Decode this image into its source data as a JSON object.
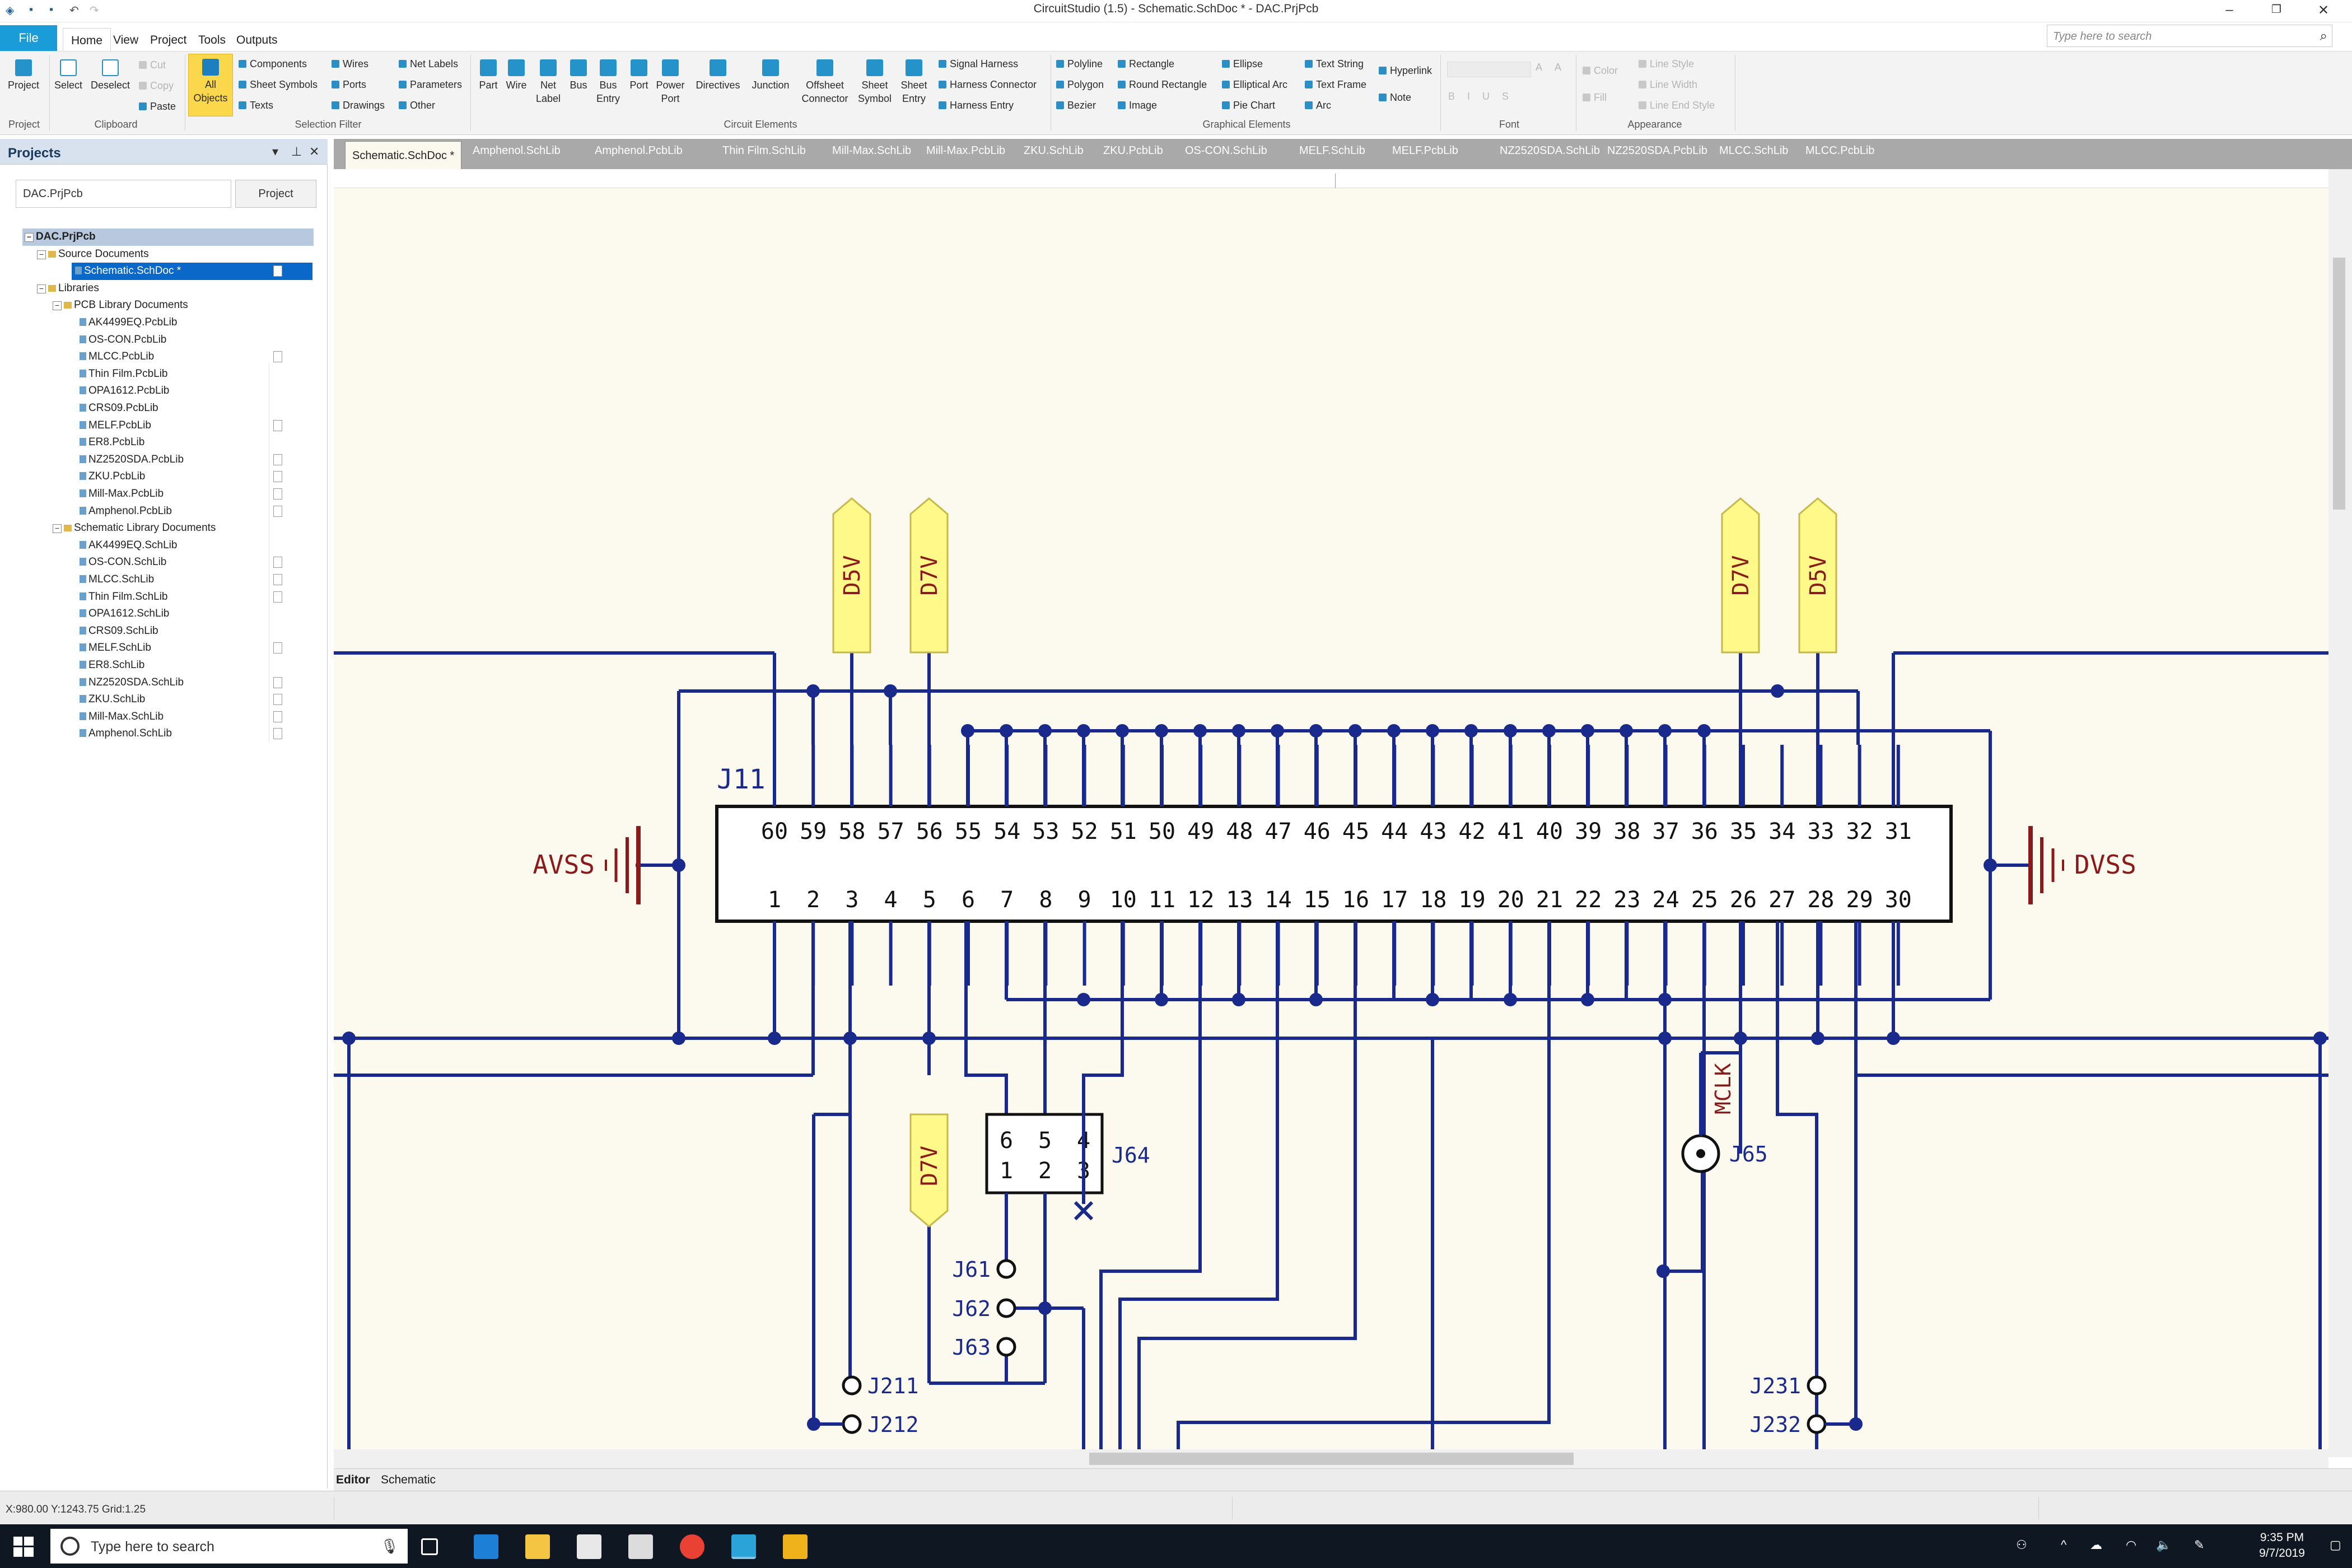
{
  "window": {
    "title": "CircuitStudio (1.5) - Schematic.SchDoc * - DAC.PrjPcb"
  },
  "menu": {
    "file": "File",
    "tabs": [
      "Home",
      "View",
      "Project",
      "Tools",
      "Outputs"
    ],
    "search_placeholder": "Type here to search"
  },
  "ribbon": {
    "project": {
      "label": "Project",
      "group": "Project"
    },
    "clipboard": {
      "select": "Select",
      "deselect": "Deselect",
      "cut": "Cut",
      "copy": "Copy",
      "paste": "Paste",
      "group": "Clipboard"
    },
    "selection_filter": {
      "all_objects": "All Objects",
      "items": [
        "Components",
        "Sheet Symbols",
        "Texts",
        "Wires",
        "Ports",
        "Drawings",
        "Net Labels",
        "Parameters",
        "Other"
      ],
      "group": "Selection Filter"
    },
    "circuit_elements": {
      "buttons": [
        "Part",
        "Wire",
        "Net Label",
        "Bus",
        "Bus Entry",
        "Port",
        "Power Port",
        "Directives",
        "Junction",
        "Offsheet Connector",
        "Sheet Symbol",
        "Sheet Entry"
      ],
      "small": [
        "Signal Harness",
        "Harness Connector",
        "Harness Entry"
      ],
      "group": "Circuit Elements"
    },
    "graphical_elements": {
      "items": [
        "Polyline",
        "Polygon",
        "Bezier",
        "Rectangle",
        "Round Rectangle",
        "Image",
        "Ellipse",
        "Elliptical Arc",
        "Pie Chart",
        "Text String",
        "Text Frame",
        "Arc",
        "Hyperlink",
        "Note"
      ],
      "group": "Graphical Elements"
    },
    "font": {
      "group": "Font"
    },
    "appearance": {
      "items": [
        "Color",
        "Fill",
        "Line Style",
        "Line Width",
        "Line End Style"
      ],
      "group": "Appearance"
    }
  },
  "projects": {
    "title": "Projects",
    "input_value": "DAC.PrjPcb",
    "button": "Project",
    "tree": {
      "project": "DAC.PrjPcb",
      "source_documents": "Source Documents",
      "schematic": "Schematic.SchDoc *",
      "libraries": "Libraries",
      "pcb_lib_folder": "PCB Library Documents",
      "pcb_libs": [
        "AK4499EQ.PcbLib",
        "OS-CON.PcbLib",
        "MLCC.PcbLib",
        "Thin Film.PcbLib",
        "OPA1612.PcbLib",
        "CRS09.PcbLib",
        "MELF.PcbLib",
        "ER8.PcbLib",
        "NZ2520SDA.PcbLib",
        "ZKU.PcbLib",
        "Mill-Max.PcbLib",
        "Amphenol.PcbLib"
      ],
      "sch_lib_folder": "Schematic Library Documents",
      "sch_libs": [
        "AK4499EQ.SchLib",
        "OS-CON.SchLib",
        "MLCC.SchLib",
        "Thin Film.SchLib",
        "OPA1612.SchLib",
        "CRS09.SchLib",
        "MELF.SchLib",
        "ER8.SchLib",
        "NZ2520SDA.SchLib",
        "ZKU.SchLib",
        "Mill-Max.SchLib",
        "Amphenol.SchLib"
      ]
    }
  },
  "doc_tabs": [
    "Schematic.SchDoc *",
    "Amphenol.SchLib",
    "Amphenol.PcbLib",
    "Thin Film.SchLib",
    "Mill-Max.SchLib",
    "Mill-Max.PcbLib",
    "ZKU.SchLib",
    "ZKU.PcbLib",
    "OS-CON.SchLib",
    "MELF.SchLib",
    "MELF.PcbLib",
    "NZ2520SDA.SchLib",
    "NZ2520SDA.PcbLib",
    "MLCC.SchLib",
    "MLCC.PcbLib"
  ],
  "schematic": {
    "designator": "J11",
    "top_pins": [
      "60",
      "59",
      "58",
      "57",
      "56",
      "55",
      "54",
      "53",
      "52",
      "51",
      "50",
      "49",
      "48",
      "47",
      "46",
      "45",
      "44",
      "43",
      "42",
      "41",
      "40",
      "39",
      "38",
      "37",
      "36",
      "35",
      "34",
      "33",
      "32",
      "31"
    ],
    "bottom_pins": [
      "1",
      "2",
      "3",
      "4",
      "5",
      "6",
      "7",
      "8",
      "9",
      "10",
      "11",
      "12",
      "13",
      "14",
      "15",
      "16",
      "17",
      "18",
      "19",
      "20",
      "21",
      "22",
      "23",
      "24",
      "25",
      "26",
      "27",
      "28",
      "29",
      "30"
    ],
    "left_power": "AVSS",
    "right_power": "DVSS",
    "ports_top": [
      "D5V",
      "D7V",
      "D7V",
      "D5V"
    ],
    "port_mid": "D7V",
    "header": {
      "designator": "J64",
      "top": [
        "6",
        "5",
        "4"
      ],
      "bottom": [
        "1",
        "2",
        "3"
      ]
    },
    "coax": {
      "designator": "J65",
      "net": "MCLK"
    },
    "test_points": [
      "J61",
      "J62",
      "J63",
      "J211",
      "J212",
      "J231",
      "J232"
    ],
    "colors": {
      "wire": "#1a2a8c",
      "body_fill": "#ffffff",
      "power": "#8b1a1a",
      "port_fill": "#fff98a",
      "port_text": "#8b1a1a",
      "designator": "#1a2a8c"
    }
  },
  "editor_tabs": [
    "Editor",
    "Schematic"
  ],
  "status": {
    "coords": "X:980.00 Y:1243.75",
    "grid": "Grid:1.25"
  },
  "taskbar": {
    "search": "Type here to search",
    "time": "9:35 PM",
    "date": "9/7/2019"
  }
}
